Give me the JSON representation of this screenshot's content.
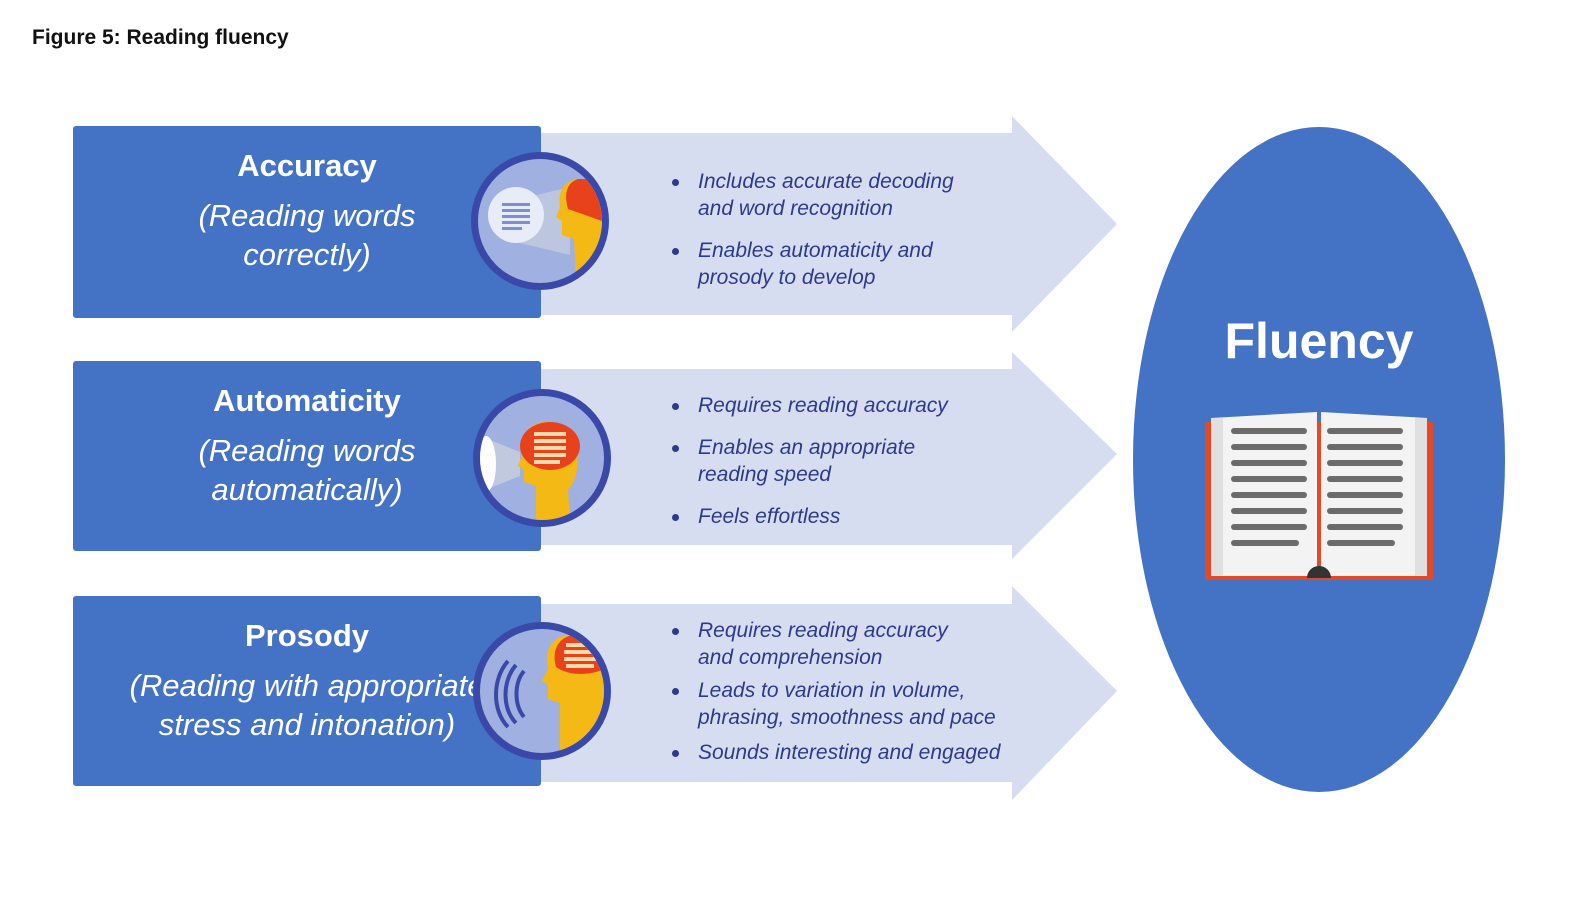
{
  "figure_title": "Figure 5: Reading fluency",
  "rows": [
    {
      "heading": "Accuracy",
      "subtitle_line1": "(Reading words",
      "subtitle_line2": "correctly)",
      "bullets": [
        "Includes accurate decoding",
        "and word recognition",
        "Enables automaticity and",
        "prosody to develop"
      ]
    },
    {
      "heading": "Automaticity",
      "subtitle_line1": "(Reading words",
      "subtitle_line2": "automatically)",
      "bullets": [
        "Requires reading accuracy",
        "Enables an appropriate",
        "reading speed",
        "Feels effortless"
      ]
    },
    {
      "heading": "Prosody",
      "subtitle_line1": "(Reading with appropriate",
      "subtitle_line2": "stress and intonation)",
      "bullets": [
        "Requires reading accuracy",
        "and comprehension",
        "Leads to variation in volume,",
        "phrasing, smoothness and pace",
        "Sounds interesting and engaged"
      ]
    }
  ],
  "fluency_label": "Fluency",
  "colors": {
    "box_blue": "#4472c4",
    "arrow_light": "#d6ddf0",
    "circle_ring": "#3a49a8",
    "circle_fill": "#a0b0e0",
    "bullet_text": "#2d3a8c",
    "head_orange": "#f5b915",
    "brain_red": "#e8421c",
    "book_red": "#e24a26"
  },
  "icons": [
    "eye-text-icon",
    "head-thinking-icon",
    "head-speaking-icon",
    "open-book-icon"
  ]
}
